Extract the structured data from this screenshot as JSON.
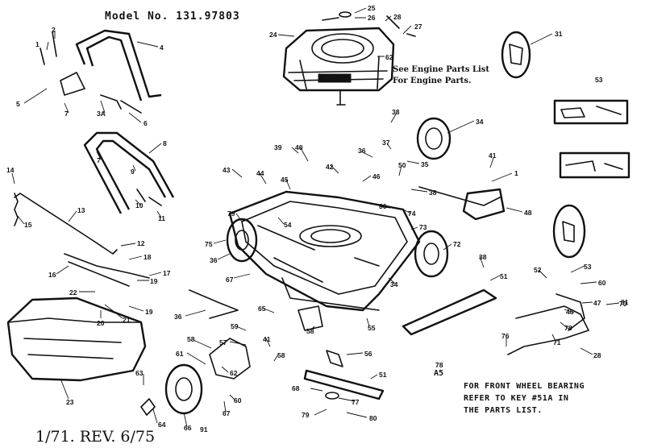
{
  "title": "Model No. 131.97803",
  "engine_note": [
    "See Engine Parts List",
    "For Engine Parts."
  ],
  "wheel_note": [
    "FOR FRONT WHEEL BEARING",
    "REFER TO KEY #51A IN",
    "THE PARTS LIST."
  ],
  "revision": "1/71. REV. 6/75",
  "section_tag": "A5",
  "callouts": [
    {
      "id": "c1",
      "label": "25"
    },
    {
      "id": "c2",
      "label": "26"
    },
    {
      "id": "c3",
      "label": "28"
    },
    {
      "id": "c4",
      "label": "27"
    },
    {
      "id": "c5",
      "label": "24"
    },
    {
      "id": "c6",
      "label": "62"
    },
    {
      "id": "c7",
      "label": "31"
    },
    {
      "id": "c8",
      "label": "1"
    },
    {
      "id": "c9",
      "label": "2"
    },
    {
      "id": "c10",
      "label": "4"
    },
    {
      "id": "c11",
      "label": "5"
    },
    {
      "id": "c12",
      "label": "7"
    },
    {
      "id": "c13",
      "label": "3A"
    },
    {
      "id": "c14",
      "label": "6"
    },
    {
      "id": "c15",
      "label": "53"
    },
    {
      "id": "c16",
      "label": "8"
    },
    {
      "id": "c17",
      "label": "7"
    },
    {
      "id": "c18",
      "label": "9"
    },
    {
      "id": "c19",
      "label": "10"
    },
    {
      "id": "c20",
      "label": "11"
    },
    {
      "id": "c21",
      "label": "14"
    },
    {
      "id": "c22",
      "label": "15"
    },
    {
      "id": "c23",
      "label": "13"
    },
    {
      "id": "c24",
      "label": "12"
    },
    {
      "id": "c25",
      "label": "18"
    },
    {
      "id": "c26",
      "label": "17"
    },
    {
      "id": "c27",
      "label": "16"
    },
    {
      "id": "c28",
      "label": "19"
    },
    {
      "id": "c29",
      "label": "22"
    },
    {
      "id": "c30",
      "label": "19"
    },
    {
      "id": "c31",
      "label": "20"
    },
    {
      "id": "c32",
      "label": "21"
    },
    {
      "id": "c33",
      "label": "23"
    },
    {
      "id": "c34",
      "label": "38"
    },
    {
      "id": "c35",
      "label": "37"
    },
    {
      "id": "c36",
      "label": "36"
    },
    {
      "id": "c37",
      "label": "34"
    },
    {
      "id": "c38",
      "label": "35"
    },
    {
      "id": "c39",
      "label": "38"
    },
    {
      "id": "c40",
      "label": "39"
    },
    {
      "id": "c41",
      "label": "40"
    },
    {
      "id": "c42",
      "label": "42"
    },
    {
      "id": "c43",
      "label": "43"
    },
    {
      "id": "c44",
      "label": "44"
    },
    {
      "id": "c45",
      "label": "45"
    },
    {
      "id": "c46",
      "label": "46"
    },
    {
      "id": "c47",
      "label": "41"
    },
    {
      "id": "c48",
      "label": "1"
    },
    {
      "id": "c49",
      "label": "48"
    },
    {
      "id": "c50",
      "label": "36"
    },
    {
      "id": "c51",
      "label": "50"
    },
    {
      "id": "c52",
      "label": "74"
    },
    {
      "id": "c53",
      "label": "73"
    },
    {
      "id": "c54",
      "label": "72"
    },
    {
      "id": "c55",
      "label": "38"
    },
    {
      "id": "c56",
      "label": "51"
    },
    {
      "id": "c57",
      "label": "52"
    },
    {
      "id": "c58",
      "label": "53"
    },
    {
      "id": "c59",
      "label": "60"
    },
    {
      "id": "c60",
      "label": "47"
    },
    {
      "id": "c61",
      "label": "48"
    },
    {
      "id": "c62",
      "label": "78"
    },
    {
      "id": "c63",
      "label": "71"
    },
    {
      "id": "c64",
      "label": "28"
    },
    {
      "id": "c65",
      "label": "70"
    },
    {
      "id": "c66",
      "label": "76"
    },
    {
      "id": "c67",
      "label": "79"
    },
    {
      "id": "c68",
      "label": "75"
    },
    {
      "id": "c69",
      "label": "36"
    },
    {
      "id": "c70",
      "label": "54"
    },
    {
      "id": "c71",
      "label": "67"
    },
    {
      "id": "c72",
      "label": "34"
    },
    {
      "id": "c73",
      "label": "36"
    },
    {
      "id": "c74",
      "label": "65"
    },
    {
      "id": "c75",
      "label": "55"
    },
    {
      "id": "c76",
      "label": "59"
    },
    {
      "id": "c77",
      "label": "58"
    },
    {
      "id": "c78",
      "label": "57"
    },
    {
      "id": "c79",
      "label": "41"
    },
    {
      "id": "c80",
      "label": "58"
    },
    {
      "id": "c81",
      "label": "56"
    },
    {
      "id": "c82",
      "label": "58"
    },
    {
      "id": "c83",
      "label": "61"
    },
    {
      "id": "c84",
      "label": "62"
    },
    {
      "id": "c85",
      "label": "60"
    },
    {
      "id": "c86",
      "label": "63"
    },
    {
      "id": "c87",
      "label": "64"
    },
    {
      "id": "c88",
      "label": "66"
    },
    {
      "id": "c89",
      "label": "67"
    },
    {
      "id": "c90",
      "label": "68"
    },
    {
      "id": "c91",
      "label": "51"
    },
    {
      "id": "c92",
      "label": "77"
    },
    {
      "id": "c93",
      "label": "79"
    },
    {
      "id": "c94",
      "label": "80"
    },
    {
      "id": "c95",
      "label": "81"
    },
    {
      "id": "c96",
      "label": "78"
    },
    {
      "id": "c97",
      "label": "91"
    }
  ]
}
